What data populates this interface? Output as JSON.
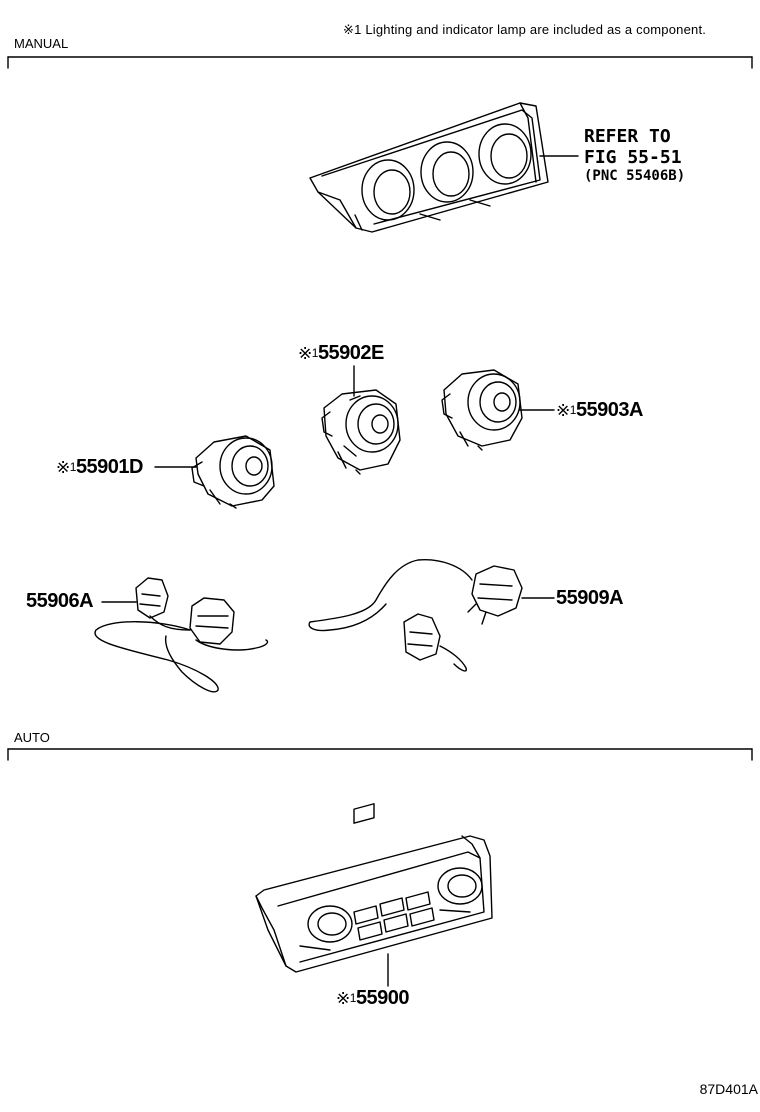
{
  "note": "※1 Lighting and indicator lamp are included as a component.",
  "sections": {
    "manual": "MANUAL",
    "auto": "AUTO"
  },
  "refer": {
    "line1": "REFER TO",
    "line2": "FIG 55-51",
    "line3": "(PNC 55406B)"
  },
  "parts": {
    "p55902E": {
      "mark": "※",
      "index": "1",
      "number": "55902E"
    },
    "p55903A": {
      "mark": "※",
      "index": "1",
      "number": "55903A"
    },
    "p55901D": {
      "mark": "※",
      "index": "1",
      "number": "55901D"
    },
    "p55906A": {
      "number": "55906A"
    },
    "p55909A": {
      "number": "55909A"
    },
    "p55900": {
      "mark": "※",
      "index": "1",
      "number": "55900"
    }
  },
  "doc_id": "87D401A"
}
